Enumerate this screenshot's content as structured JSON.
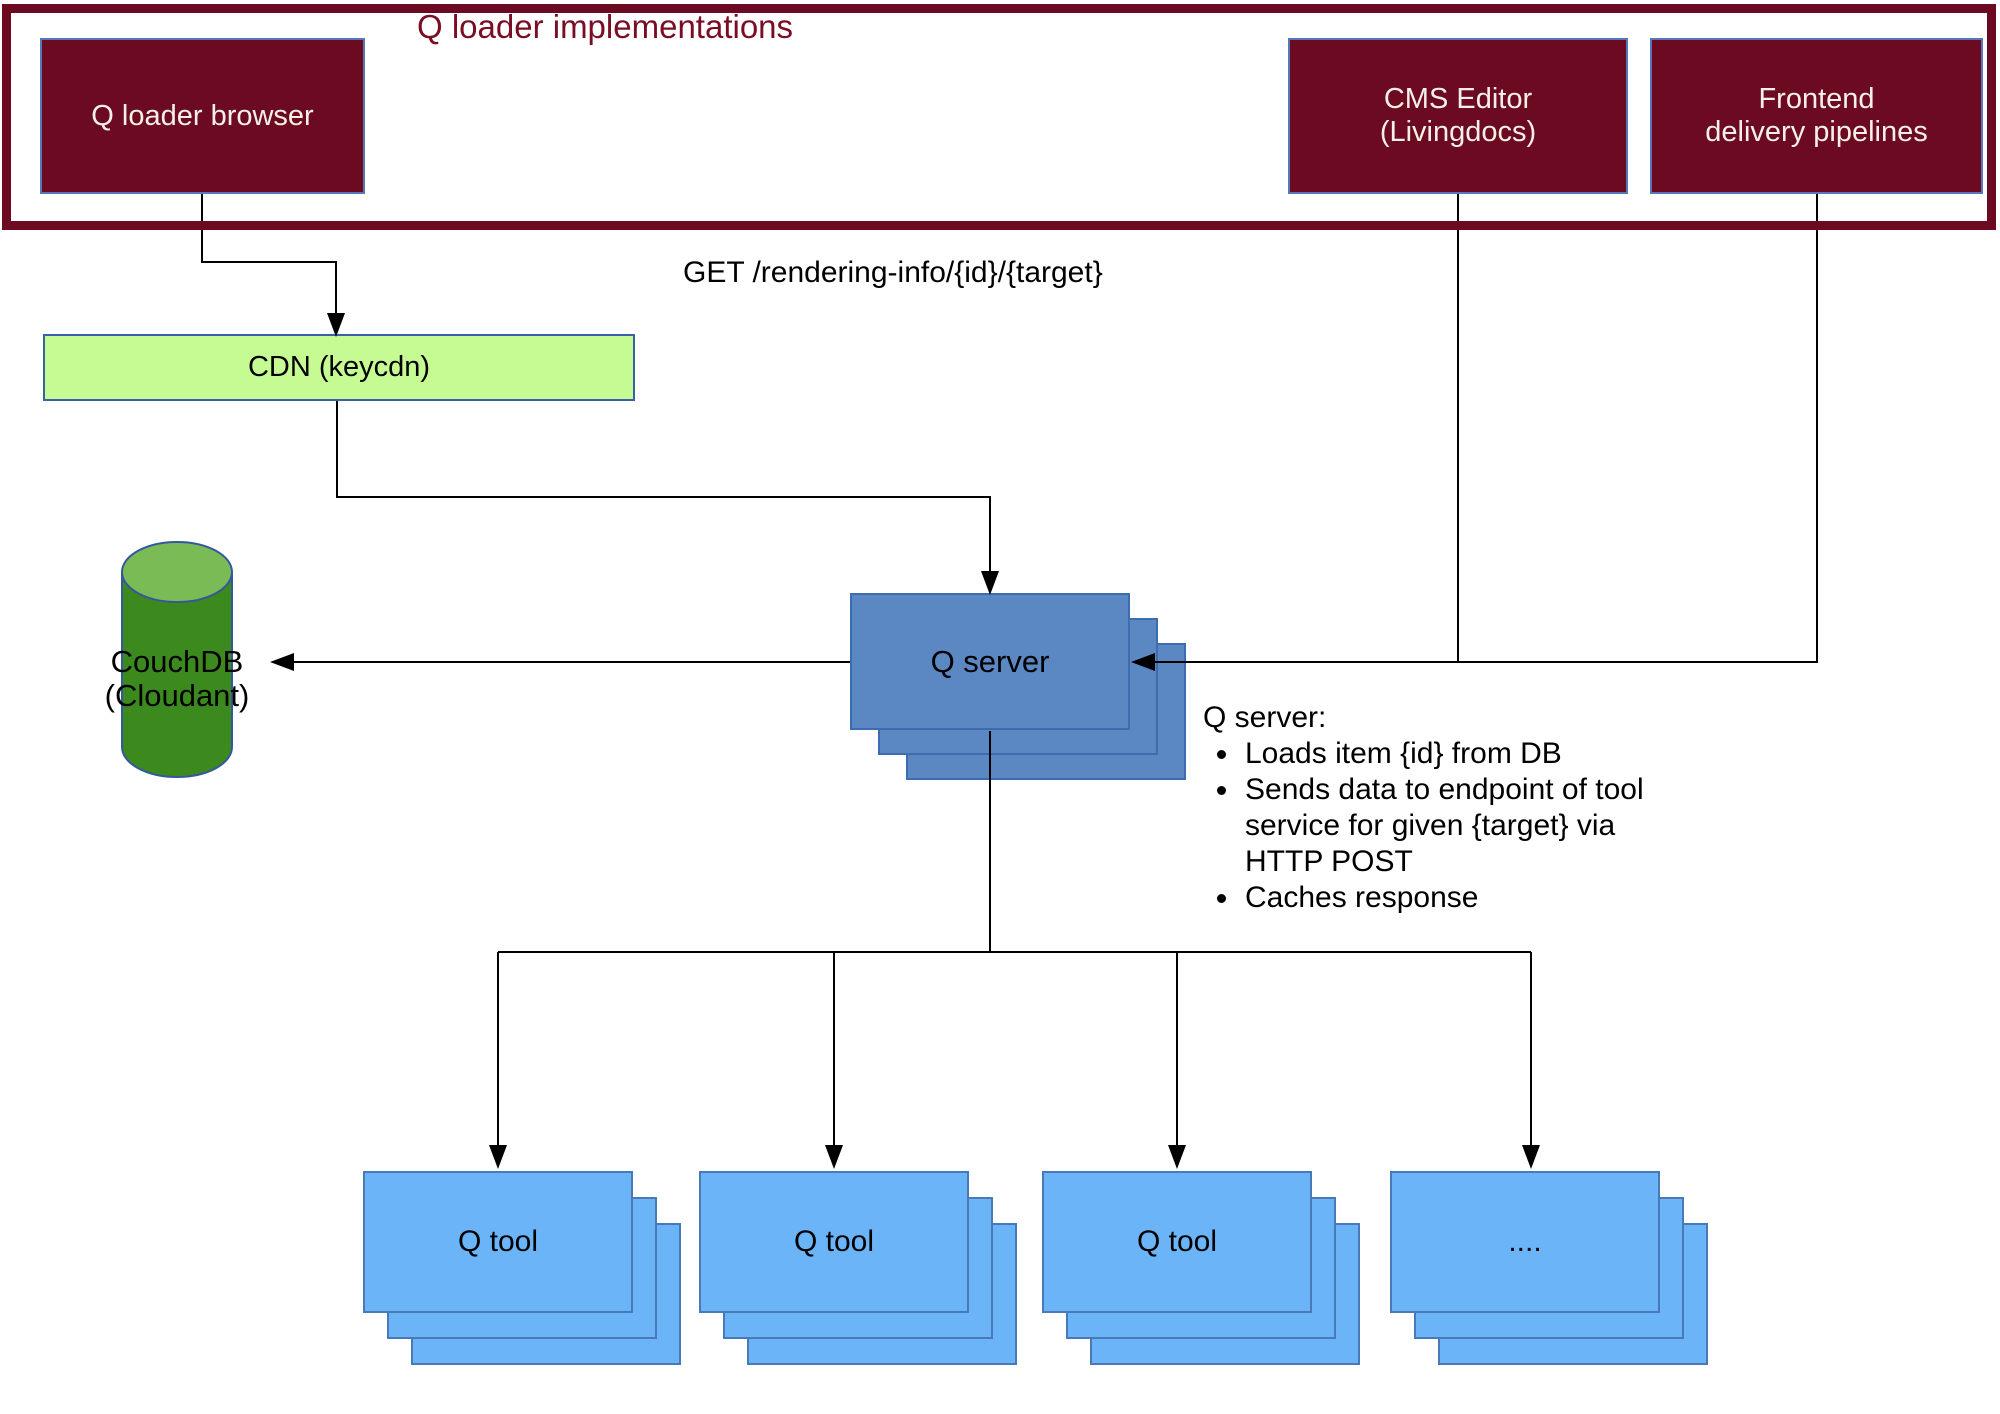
{
  "diagram": {
    "title": "Q loader implementations",
    "nodes": {
      "q_loader_browser": {
        "label": "Q loader browser"
      },
      "cms_editor": {
        "label": "CMS Editor\n(Livingdocs)"
      },
      "frontend_pipelines": {
        "label": "Frontend\ndelivery pipelines"
      },
      "cdn": {
        "label": "CDN (keycdn)"
      },
      "couchdb": {
        "label": "CouchDB\n(Cloudant)"
      },
      "q_server": {
        "label": "Q server"
      },
      "q_tools": [
        {
          "label": "Q tool"
        },
        {
          "label": "Q tool"
        },
        {
          "label": "Q tool"
        },
        {
          "label": "...."
        }
      ]
    },
    "edge_label": "GET /rendering-info/{id}/{target}",
    "annotation": {
      "heading": "Q server:",
      "bullets": [
        "Loads item {id} from DB",
        "Sends data to endpoint of tool service for given {target} via HTTP POST",
        "Caches response"
      ]
    },
    "colors": {
      "frame_border": "#6b0a20",
      "title_text": "#7a0c24",
      "maroon_fill": "#6b0a20",
      "maroon_box_border": "#5577bb",
      "maroon_box_text": "#f5f0e6",
      "cdn_fill": "#c6fb93",
      "cdn_border": "#3a61a8",
      "server_fill": "#5b87c2",
      "server_border": "#3e6cb0",
      "tool_fill": "#6ab4f7",
      "tool_border": "#4a79b8",
      "cylinder_body": "#3c8a1e",
      "cylinder_top": "#7bbb55",
      "cylinder_border": "#33589d",
      "connector_line": "#000000"
    }
  }
}
